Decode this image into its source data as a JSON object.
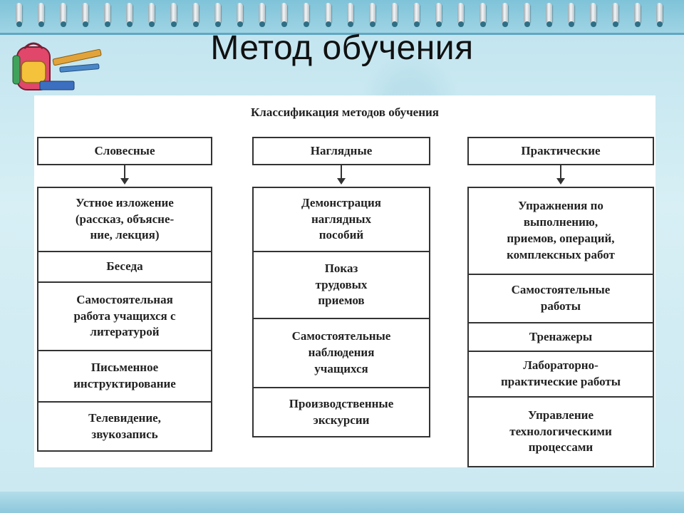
{
  "slide_title": "Метод обучения",
  "diagram": {
    "heading": "Классификация методов обучения",
    "columns": [
      {
        "header": "Словесные",
        "items": [
          "Устное изложение\n(рассказ, объясне-\nние, лекция)",
          "Беседа",
          "Самостоятельная\nработа учащихся с\nлитературой",
          "Письменное\nинструктирование",
          "Телевидение,\nзвукозапись"
        ]
      },
      {
        "header": "Наглядные",
        "items": [
          "Демонстрация\nнаглядных\nпособий",
          "Показ\nтрудовых\nприемов",
          "Самостоятельные\nнаблюдения\nучащихся",
          "Производственные\nэкскурсии"
        ]
      },
      {
        "header": "Практические",
        "items": [
          "Упражнения по\nвыполнению,\nприемов, операций,\nкомплексных работ",
          "Самостоятельные\nработы",
          "Тренажеры",
          "Лабораторно-\nпрактические работы",
          "Управление\nтехнологическими\nпроцессами"
        ]
      }
    ]
  },
  "colors": {
    "border": "#333333",
    "background": "#cfeaf2",
    "band": "#8cc8dc"
  },
  "icons": [
    "spiral-binding-icon",
    "school-backpack-clipart-icon"
  ]
}
